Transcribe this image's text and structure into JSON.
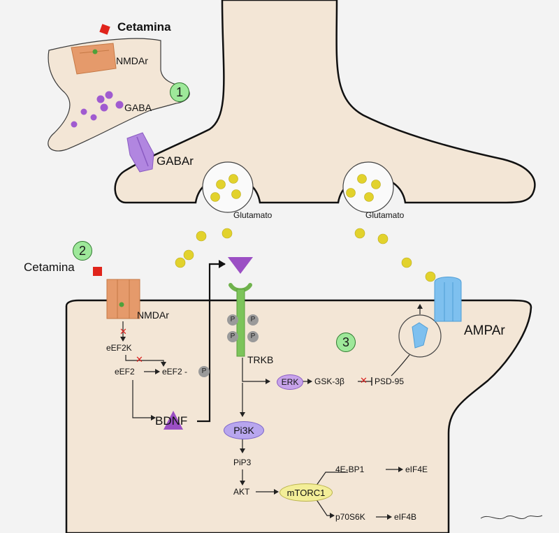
{
  "labels": {
    "cetamina_top": "Cetamina",
    "nmdar_top": "NMDAr",
    "gaba": "GABA",
    "gabar": "GABAr",
    "glutamato_left": "Glutamato",
    "glutamato_right": "Glutamato",
    "cetamina_left": "Cetamina",
    "nmdar_left": "NMDAr",
    "eef2k": "eEF2K",
    "eef2": "eEF2",
    "eef2_p": "eEF2 -",
    "bdnf": "BDNF",
    "trkb": "TRKB",
    "erk": "ERK",
    "gsk3b": "GSK-3β",
    "psd95": "PSD-95",
    "ampar": "AMPAr",
    "pi3k": "Pi3K",
    "pip3": "PiP3",
    "akt": "AKT",
    "mtorc1": "mTORC1",
    "ebp1": "4E-BP1",
    "eif4e": "eIF4E",
    "p70s6k": "p70S6K",
    "eif4b": "eIF4B",
    "p": "P"
  },
  "badges": {
    "one": "1",
    "two": "2",
    "three": "3"
  },
  "icons": [
    "cetamina-square-icon",
    "nmda-receptor-icon",
    "gaba-receptor-icon",
    "bdnf-triangle-icon",
    "trkb-receptor-icon",
    "ampa-receptor-icon",
    "phosphate-icon",
    "inhibition-x-icon",
    "signature-icon"
  ],
  "colors": {
    "cell": "#f3e6d6",
    "outline": "#1a1a1a",
    "cetamina": "#e0241b",
    "nmdar": "#e59a6b",
    "gaba_vesicle": "#a05bd0",
    "gabar": "#b186e0",
    "glutamate": "#e2d22c",
    "bdnf": "#9b4fc4",
    "trkb": "#7cc45a",
    "ampar": "#7ec0ef",
    "erk": "#c7a3ea",
    "pi3k": "#b8a6ee",
    "mtorc1": "#f3ee98",
    "badge": "#9ee89a",
    "inhibit": "#d9211f",
    "phosphate": "#9a9a9a"
  }
}
